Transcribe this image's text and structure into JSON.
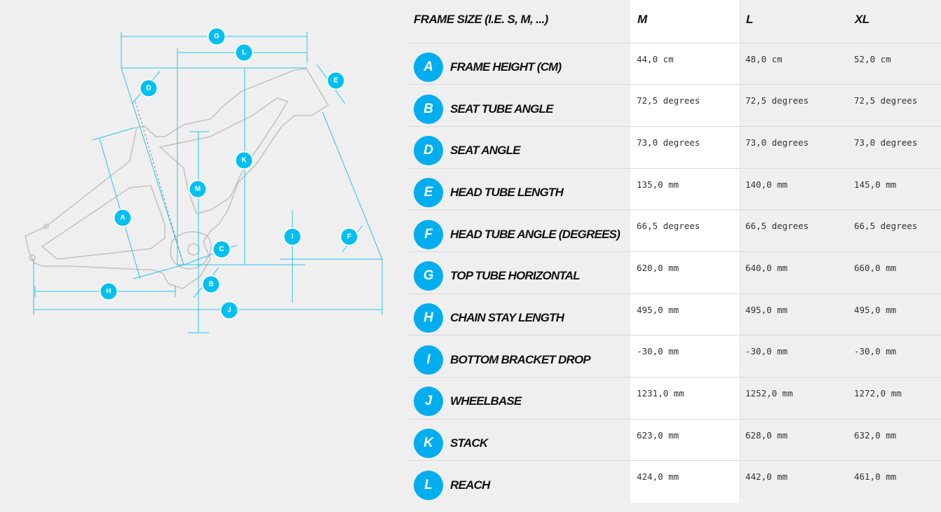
{
  "table": {
    "header": {
      "label": "FRAME SIZE (I.E. S, M, ...)",
      "sizes": [
        "M",
        "L",
        "XL"
      ]
    },
    "rows": [
      {
        "code": "A",
        "name": "FRAME HEIGHT (CM)",
        "values": [
          "44,0 cm",
          "48,0 cm",
          "52,0 cm"
        ]
      },
      {
        "code": "B",
        "name": "SEAT TUBE ANGLE",
        "values": [
          "72,5 degrees",
          "72,5 degrees",
          "72,5 degrees"
        ]
      },
      {
        "code": "D",
        "name": "SEAT ANGLE",
        "values": [
          "73,0 degrees",
          "73,0 degrees",
          "73,0 degrees"
        ]
      },
      {
        "code": "E",
        "name": "HEAD TUBE LENGTH",
        "values": [
          "135,0 mm",
          "140,0 mm",
          "145,0 mm"
        ]
      },
      {
        "code": "F",
        "name": "HEAD TUBE ANGLE (DEGREES)",
        "values": [
          "66,5 degrees",
          "66,5 degrees",
          "66,5 degrees"
        ]
      },
      {
        "code": "G",
        "name": "TOP TUBE HORIZONTAL",
        "values": [
          "620,0 mm",
          "640,0 mm",
          "660,0 mm"
        ]
      },
      {
        "code": "H",
        "name": "CHAIN STAY LENGTH",
        "values": [
          "495,0 mm",
          "495,0 mm",
          "495,0 mm"
        ]
      },
      {
        "code": "I",
        "name": "BOTTOM BRACKET DROP",
        "values": [
          "-30,0 mm",
          "-30,0 mm",
          "-30,0 mm"
        ]
      },
      {
        "code": "J",
        "name": "WHEELBASE",
        "values": [
          "1231,0 mm",
          "1252,0 mm",
          "1272,0 mm"
        ]
      },
      {
        "code": "K",
        "name": "STACK",
        "values": [
          "623,0 mm",
          "628,0 mm",
          "632,0 mm"
        ]
      },
      {
        "code": "L",
        "name": "REACH",
        "values": [
          "424,0 mm",
          "442,0 mm",
          "461,0 mm"
        ]
      }
    ]
  },
  "diagram": {
    "markers": [
      "G",
      "L",
      "D",
      "E",
      "K",
      "M",
      "A",
      "C",
      "I",
      "F",
      "B",
      "H",
      "J"
    ],
    "colors": {
      "accent": "#00c0f2",
      "line": "#27c5f0",
      "frame": "#c4c4c4"
    }
  }
}
